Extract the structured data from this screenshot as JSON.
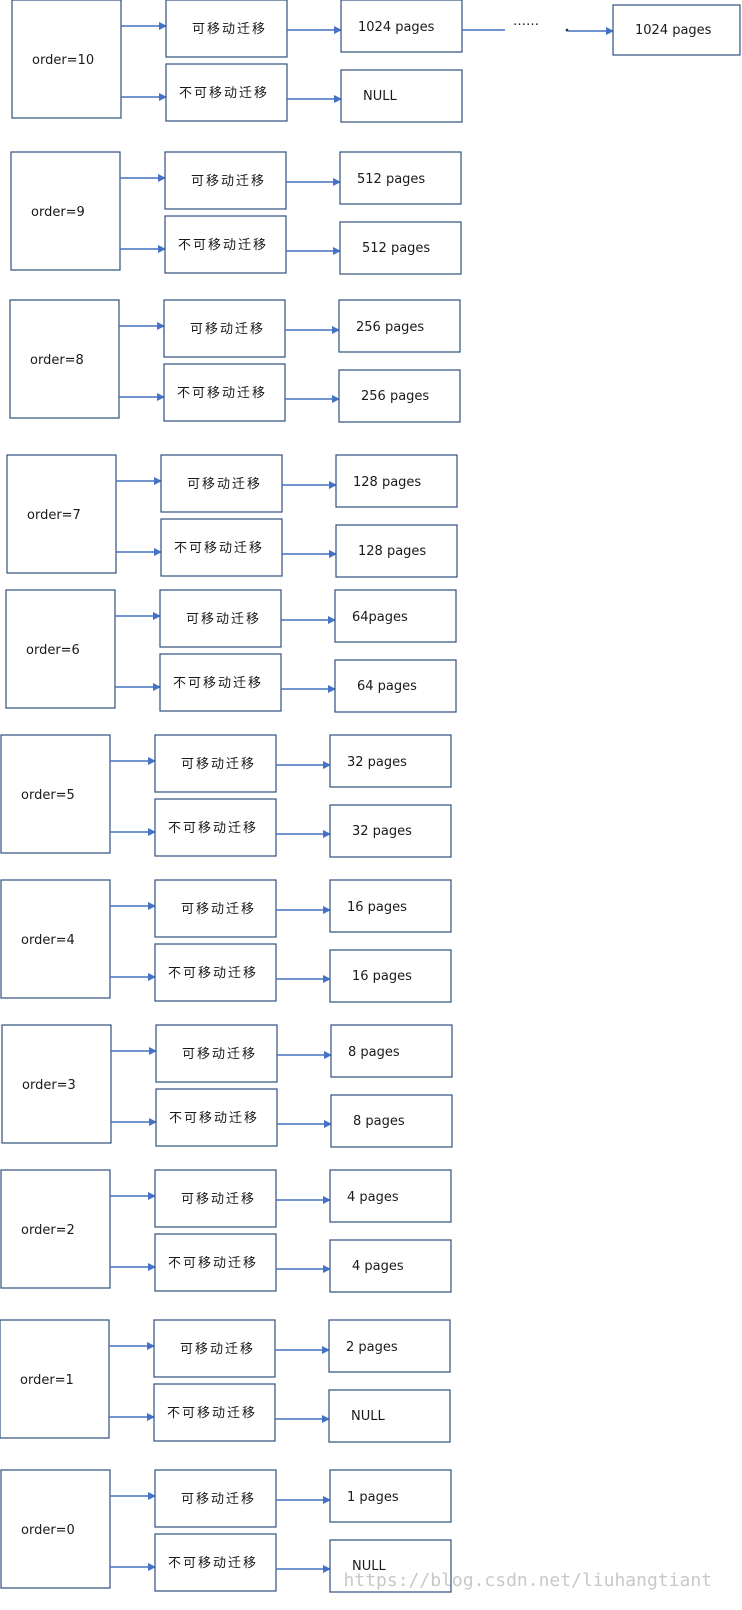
{
  "rows": [
    {
      "order": "order=10",
      "movable": "可移动迁移",
      "unmovable": "不可移动迁移",
      "movable_value": "1024 pages",
      "unmovable_value": "NULL"
    },
    {
      "order": "order=9",
      "movable": "可移动迁移",
      "unmovable": "不可移动迁移",
      "movable_value": "512 pages",
      "unmovable_value": "512 pages"
    },
    {
      "order": "order=8",
      "movable": "可移动迁移",
      "unmovable": "不可移动迁移",
      "movable_value": "256 pages",
      "unmovable_value": "256 pages"
    },
    {
      "order": "order=7",
      "movable": "可移动迁移",
      "unmovable": "不可移动迁移",
      "movable_value": "128 pages",
      "unmovable_value": "128 pages"
    },
    {
      "order": "order=6",
      "movable": "可移动迁移",
      "unmovable": "不可移动迁移",
      "movable_value": "64pages",
      "unmovable_value": "64 pages"
    },
    {
      "order": "order=5",
      "movable": "可移动迁移",
      "unmovable": "不可移动迁移",
      "movable_value": "32 pages",
      "unmovable_value": "32 pages"
    },
    {
      "order": "order=4",
      "movable": "可移动迁移",
      "unmovable": "不可移动迁移",
      "movable_value": "16 pages",
      "unmovable_value": "16 pages"
    },
    {
      "order": "order=3",
      "movable": "可移动迁移",
      "unmovable": "不可移动迁移",
      "movable_value": "8 pages",
      "unmovable_value": "8 pages"
    },
    {
      "order": "order=2",
      "movable": "可移动迁移",
      "unmovable": "不可移动迁移",
      "movable_value": "4 pages",
      "unmovable_value": "4 pages"
    },
    {
      "order": "order=1",
      "movable": "可移动迁移",
      "unmovable": "不可移动迁移",
      "movable_value": "2 pages",
      "unmovable_value": "NULL"
    },
    {
      "order": "order=0",
      "movable": "可移动迁移",
      "unmovable": "不可移动迁移",
      "movable_value": "1 pages",
      "unmovable_value": "NULL"
    }
  ],
  "chain": {
    "ellipsis": "……",
    "last_value": "1024 pages"
  },
  "watermark": "https://blog.csdn.net/liuhangtiant",
  "colors": {
    "arrow": "#4472c4",
    "box_border": "#2f4f7f"
  }
}
